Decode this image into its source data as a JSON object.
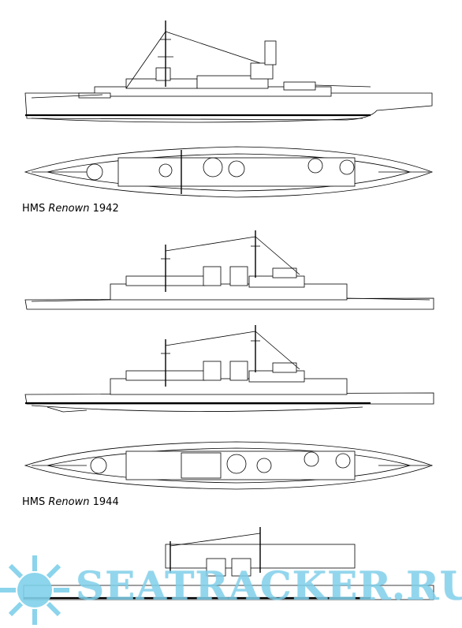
{
  "captions": [
    {
      "prefix": "HMS ",
      "name": "Renown",
      "year": " 1942"
    },
    {
      "prefix": "HMS ",
      "name": "Renown",
      "year": " 1944"
    }
  ],
  "watermark": {
    "text": "SEATRACKER.RU",
    "color": "#7fd0ea",
    "icon": "sun-burst-icon"
  },
  "colors": {
    "line": "#000000",
    "background": "#ffffff"
  }
}
